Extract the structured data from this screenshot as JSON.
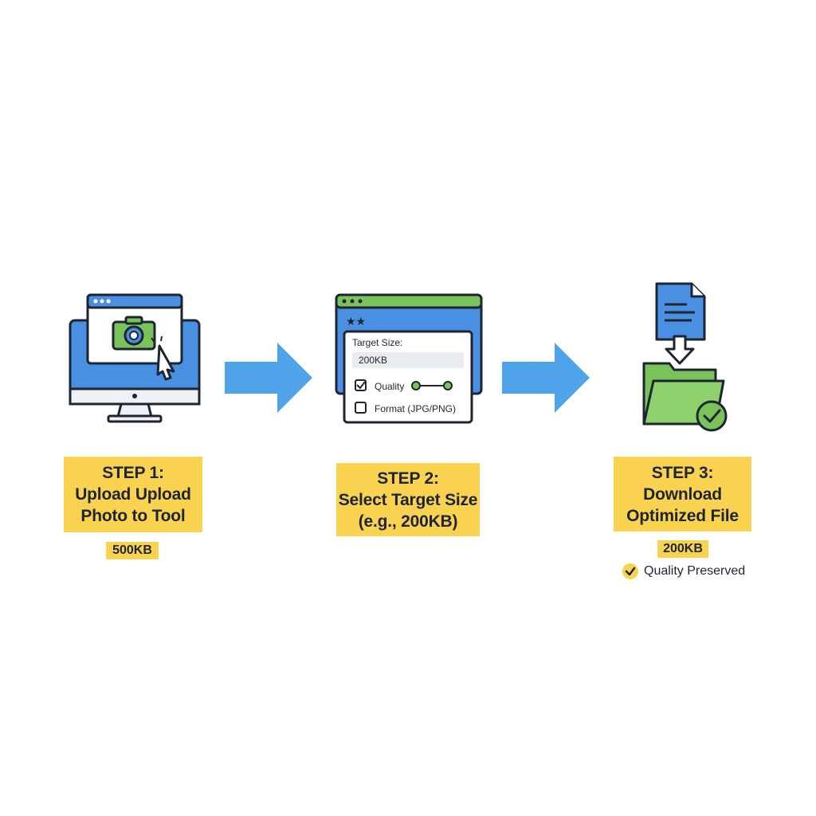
{
  "step1": {
    "title": "STEP 1:",
    "line1": "Upload Upload",
    "line2": "Photo to Tool",
    "size": "500KB"
  },
  "step2": {
    "title": "STEP 2:",
    "line1": "Select Target Size",
    "line2": "(e.g., 200KB)",
    "form": {
      "target_label": "Target Size:",
      "target_value": "200KB",
      "quality_label": "Quality",
      "quality_checked": true,
      "format_label": "Format (JPG/PNG)",
      "format_checked": false,
      "stars": "★★"
    }
  },
  "step3": {
    "title": "STEP 3:",
    "line1": "Download",
    "line2": "Optimized File",
    "size": "200KB",
    "quality_note": "Quality Preserved"
  },
  "colors": {
    "blue": "#4a90e2",
    "arrow": "#4ea3ea",
    "green": "#7ac25a",
    "yellow": "#f9d34f",
    "outline": "#1f2433"
  },
  "icons": [
    "monitor-icon",
    "camera-icon",
    "cursor-icon",
    "browser-window-icon",
    "document-icon",
    "download-arrow-icon",
    "folder-icon",
    "checkmark-circle-icon"
  ]
}
